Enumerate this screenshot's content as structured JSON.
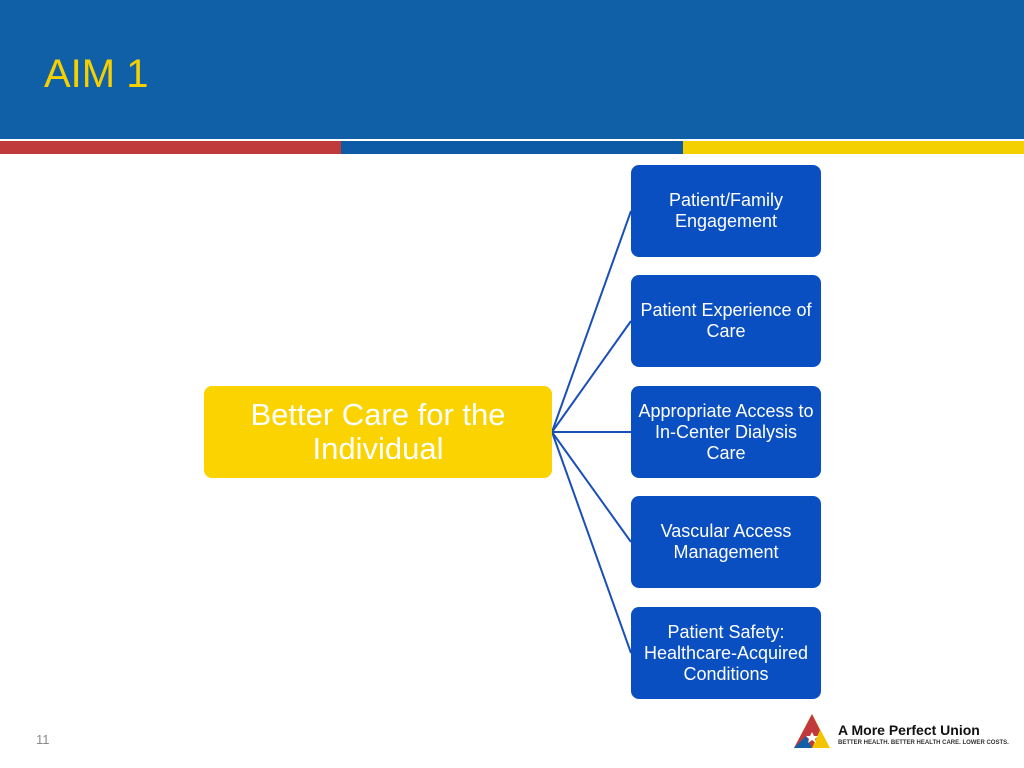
{
  "slide": {
    "title": "AIM 1",
    "page_number": "11"
  },
  "diagram": {
    "root": "Better Care for the Individual",
    "children": [
      "Patient/Family Engagement",
      "Patient Experience of Care",
      "Appropriate Access to In-Center Dialysis Care",
      "Vascular Access Management",
      "Patient Safety: Healthcare-Acquired Conditions"
    ]
  },
  "logo": {
    "name": "A More Perfect Union",
    "tagline": "BETTER HEALTH. BETTER HEALTH CARE. LOWER COSTS."
  },
  "colors": {
    "header": "#1060a8",
    "title": "#f5d000",
    "root_box": "#fad300",
    "child_box": "#0a4fc1",
    "connector": "#1a4fb8",
    "stripe_red": "#c0393b",
    "stripe_blue": "#0d5aa7",
    "stripe_yellow": "#f5d000"
  }
}
